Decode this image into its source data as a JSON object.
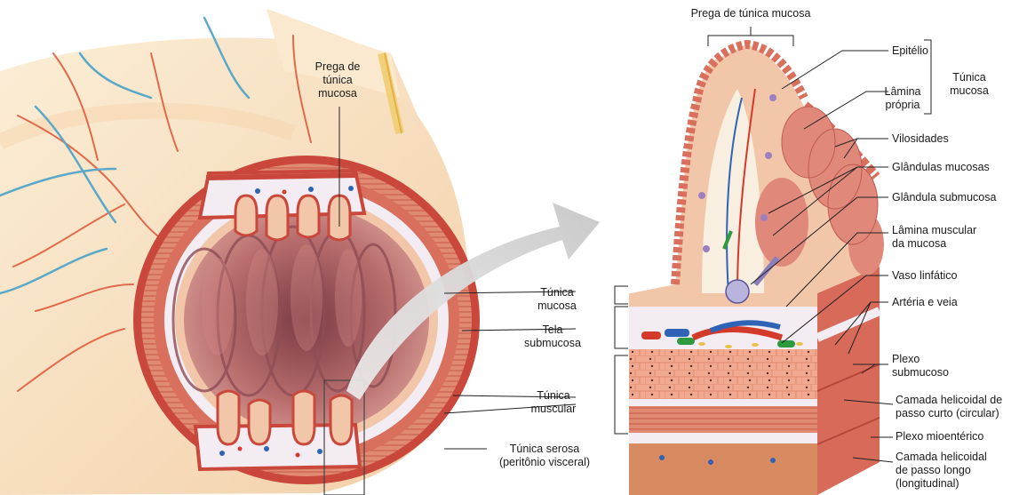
{
  "labels": {
    "fold_top_left_1": "Prega de",
    "fold_top_left_2": "túnica",
    "fold_top_left_3": "mucosa",
    "fold_top_right": "Prega de túnica mucosa",
    "tunica_mucosa_1": "Túnica",
    "tunica_mucosa_2": "mucosa",
    "tela_1": "Tela",
    "tela_2": "submucosa",
    "muscular_1": "Túnica",
    "muscular_2": "muscular",
    "serosa_1": "Túnica serosa",
    "serosa_2": "(peritônio visceral)",
    "epitelio": "Epitélio",
    "lamina_propria_1": "Lâmina",
    "lamina_propria_2": "própria",
    "tm_group_1": "Túnica",
    "tm_group_2": "mucosa",
    "vilosidades": "Vilosidades",
    "glandulas_mucosas": "Glândulas mucosas",
    "glandula_submucosa": "Glândula submucosa",
    "lamina_musc_1": "Lâmina muscular",
    "lamina_musc_2": "da mucosa",
    "vaso_linfatico": "Vaso linfático",
    "arteria_veia": "Artéria e veia",
    "plexo_sub_1": "Plexo",
    "plexo_sub_2": "submucoso",
    "circular_1": "Camada helicoidal de",
    "circular_2": "passo curto (circular)",
    "plexo_mio": "Plexo mioentérico",
    "longitudinal_1": "Camada helicoidal",
    "longitudinal_2": "de passo longo",
    "longitudinal_3": "(longitudinal)"
  },
  "colors": {
    "muscle": "#d9705e",
    "muscle_dark": "#b8453a",
    "mucosa": "#f2c6a8",
    "lumen": "#b86d6d",
    "submucosa": "#f3ecf3",
    "skin": "#f8e3c0",
    "artery": "#d43a2a",
    "vein": "#2f63b5",
    "arrow": "#d6d6d6"
  }
}
